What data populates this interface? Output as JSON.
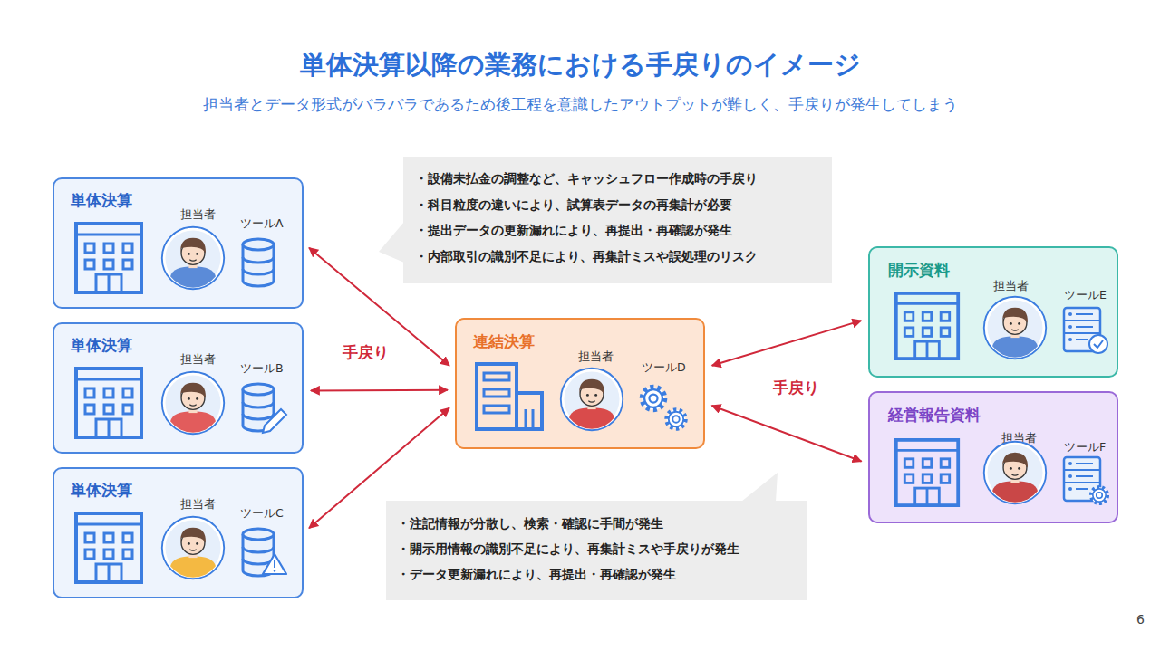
{
  "diagram": {
    "title": "単体決算以降の業務における手戻りのイメージ",
    "caption": "担当者とデータ形式がバラバラであるため後工程を意識したアウトプットが難しく、手戻りが発生してしまう",
    "nodes": [
      {
        "text": [
          "単体決算",
          "担当者",
          "ツールA"
        ]
      },
      {
        "text": [
          "単体決算",
          "担当者",
          "ツールB"
        ]
      },
      {
        "text": [
          "単体決算",
          "担当者",
          "ツールC"
        ]
      },
      {
        "text": [
          "・設備未払金の調整など、キャッシュフロー作成時の手戻り",
          "・科目粒度の違いにより、試算表データの再集計が必要",
          "・提出データの更新漏れにより、再提出・再確認が発生",
          "・内部取引の識別不足により、再集計ミスや誤処理のリスク"
        ]
      },
      {
        "text": [
          "連結決算",
          "担当者",
          "ツールD"
        ]
      },
      {
        "text": [
          "開示資料",
          "担当者",
          "ツールE"
        ]
      },
      {
        "text": [
          "経営報告資料",
          "担当者",
          "ツールF"
        ]
      },
      {
        "text": [
          "・注記情報が分散し、検索・確認に手間が発生",
          "・開示用情報の識別不足により、再集計ミスや手戻りが発生",
          "・データ更新漏れにより、再提出・再確認が発生"
        ]
      }
    ],
    "edges": [
      {
        "from": 4,
        "to": 0,
        "arrow": "both"
      },
      {
        "from": 4,
        "to": 1,
        "arrow": "both"
      },
      {
        "from": 4,
        "to": 2,
        "arrow": "both"
      },
      {
        "from": 4,
        "to": 5,
        "arrow": "both"
      },
      {
        "from": 4,
        "to": 6,
        "arrow": "both"
      }
    ],
    "labels": [
      "手戻り",
      "手戻り",
      "6"
    ]
  }
}
